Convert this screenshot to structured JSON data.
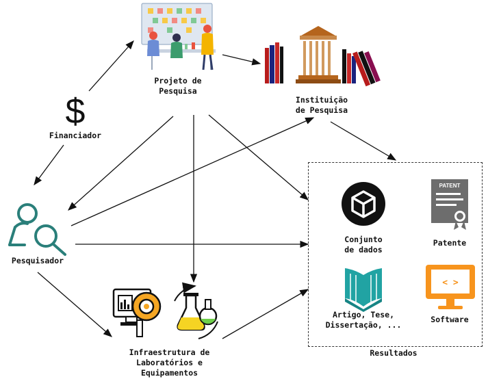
{
  "nodes": {
    "projeto": "Projeto de\nPesquisa",
    "instituicao": "Instituição\nde Pesquisa",
    "financiador": "Financiador",
    "pesquisador": "Pesquisador",
    "infraestrutura": "Infraestrutura de\nLaboratórios e\nEquipamentos",
    "resultados": "Resultados"
  },
  "results": {
    "conjunto": "Conjunto\nde dados",
    "patente": "Patente",
    "artigo": "Artigo, Tese,\nDissertação, ...",
    "software": "Software"
  },
  "icons": {
    "dollar_glyph": "$",
    "patent_tag": "PATENT",
    "code_glyph": "< >"
  },
  "colors": {
    "teal": "#2a7f7a",
    "orange": "#f7941d",
    "yellow": "#f5a623",
    "gray_doc": "#6d6d6d",
    "book_teal": "#21a3a3"
  }
}
